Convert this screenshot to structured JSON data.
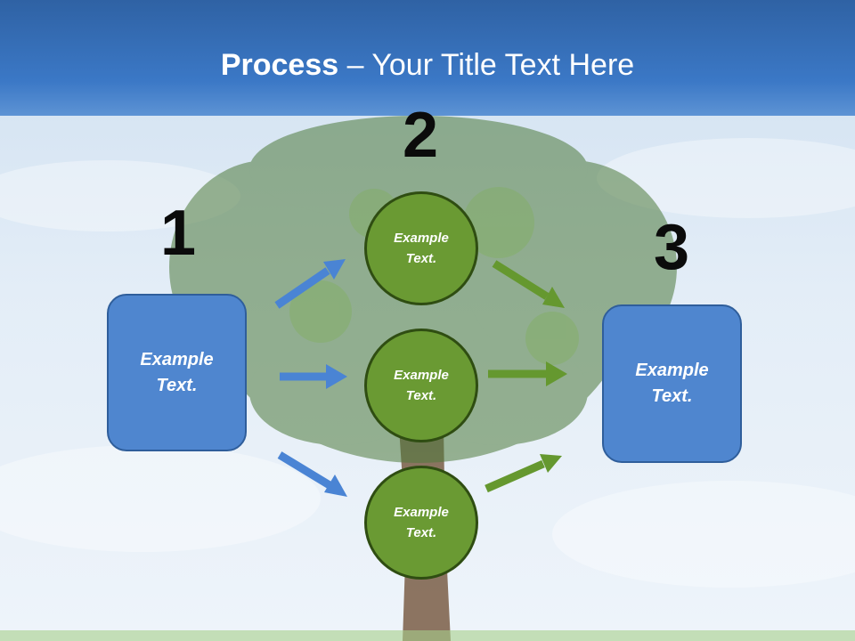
{
  "slide": {
    "title_bold": "Process",
    "title_rest": " – Your Title Text Here"
  },
  "steps": [
    {
      "number": "1",
      "text": "Example\nText."
    },
    {
      "number": "2",
      "nodes": [
        "Example\nText.",
        "Example\nText.",
        "Example\nText."
      ]
    },
    {
      "number": "3",
      "text": "Example\nText."
    }
  ],
  "colors": {
    "title_bar": "#3b78c6",
    "box_fill": "#4f86cf",
    "circle_fill": "#6a9a33",
    "arrow_blue": "#4a84d4",
    "arrow_green": "#65982f"
  }
}
